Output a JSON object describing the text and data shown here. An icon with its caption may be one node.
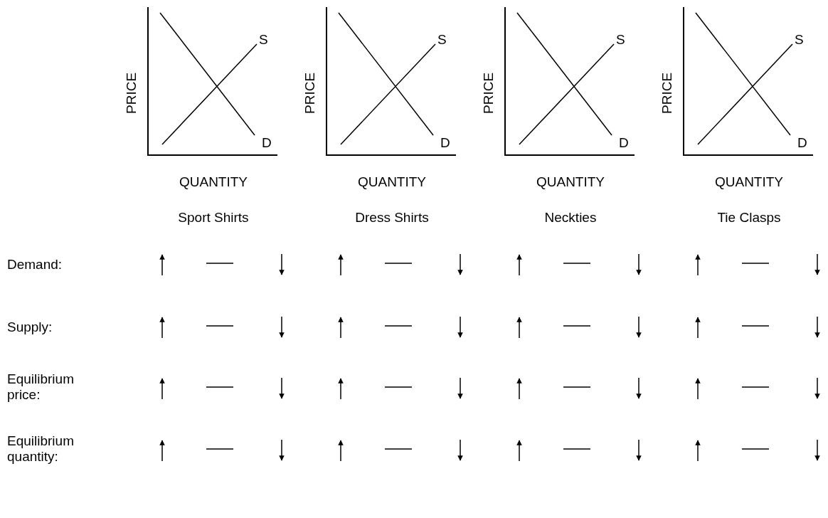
{
  "diagram": {
    "labels": [
      "PRICE",
      "S",
      "D",
      "PRICE",
      "S",
      "D",
      "PRICE",
      "S",
      "D",
      "PRICE",
      "S",
      "D",
      "QUANTITY",
      "QUANTITY",
      "QUANTITY",
      "QUANTITY",
      "Sport Shirts",
      "Dress Shirts",
      "Neckties",
      "Tie Clasps",
      "Demand:",
      "Supply:",
      "Equilibrium price:",
      "Equilibrium quantity:"
    ]
  }
}
